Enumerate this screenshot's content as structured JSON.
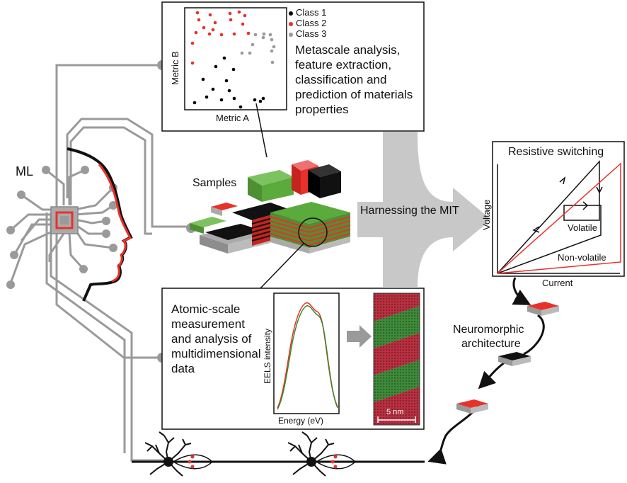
{
  "ml_label": "ML",
  "samples_label": "Samples",
  "arrow_label": "Harnessing the MIT",
  "metascale_panel": {
    "x_axis_label": "Metric A",
    "y_axis_label": "Metric B",
    "legend": [
      {
        "label": "Class 1",
        "color": "#000000"
      },
      {
        "label": "Class 2",
        "color": "#e8312a"
      },
      {
        "label": "Class 3",
        "color": "#9a9a9a"
      }
    ],
    "description_lines": [
      "Metascale analysis,",
      "feature extraction,",
      "classification and",
      "prediction of materials",
      "properties"
    ]
  },
  "atomic_panel": {
    "description_lines": [
      "Atomic-scale",
      "measurement",
      "and analysis of",
      "multidimensional",
      "data"
    ],
    "x_axis_label": "Energy (eV)",
    "y_axis_label": "EELS intensity",
    "scale_bar_label": "5 nm"
  },
  "switching_panel": {
    "title": "Resistive switching",
    "x_axis_label": "Current",
    "y_axis_label": "Voltage",
    "volatile_label": "Volatile",
    "nonvolatile_label": "Non-volatile"
  },
  "neuromorphic_label_lines": [
    "Neuromorphic",
    "architecture"
  ],
  "colors": {
    "red": "#e8312a",
    "green": "#5aaa3c",
    "gray_wire": "#9a9a9a",
    "gray_arrow": "#c8c8c8",
    "black": "#111111"
  }
}
